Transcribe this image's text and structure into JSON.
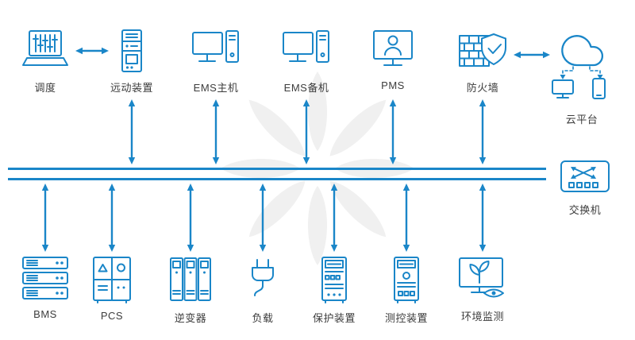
{
  "colors": {
    "accent": "#1a86c8",
    "label": "#3d3d3d",
    "watermark": "#f0f0f0"
  },
  "diagram": {
    "top_nodes": [
      {
        "id": "dispatch",
        "label": "调度",
        "icon": "laptop-sliders-icon"
      },
      {
        "id": "rtu",
        "label": "远动装置",
        "icon": "server-tower-icon"
      },
      {
        "id": "ems-host",
        "label": "EMS主机",
        "icon": "desktop-pc-icon"
      },
      {
        "id": "ems-backup",
        "label": "EMS备机",
        "icon": "desktop-pc-icon"
      },
      {
        "id": "pms",
        "label": "PMS",
        "icon": "monitor-user-icon"
      },
      {
        "id": "firewall",
        "label": "防火墙",
        "icon": "firewall-shield-icon"
      }
    ],
    "cloud": {
      "id": "cloud-platform",
      "label": "云平台",
      "icon": "cloud-devices-icon"
    },
    "switch": {
      "id": "network-switch",
      "label": "交换机",
      "icon": "network-switch-icon"
    },
    "bottom_nodes": [
      {
        "id": "bms",
        "label": "BMS",
        "icon": "stacked-servers-icon"
      },
      {
        "id": "pcs",
        "label": "PCS",
        "icon": "power-cabinet-icon"
      },
      {
        "id": "inverter",
        "label": "逆变器",
        "icon": "inverter-cabinets-icon"
      },
      {
        "id": "load",
        "label": "负载",
        "icon": "plug-icon"
      },
      {
        "id": "protection",
        "label": "保护装置",
        "icon": "protection-rack-icon"
      },
      {
        "id": "measure-control",
        "label": "测控装置",
        "icon": "control-rack-icon"
      },
      {
        "id": "env-monitor",
        "label": "环境监测",
        "icon": "monitor-leaf-eye-icon"
      }
    ]
  }
}
